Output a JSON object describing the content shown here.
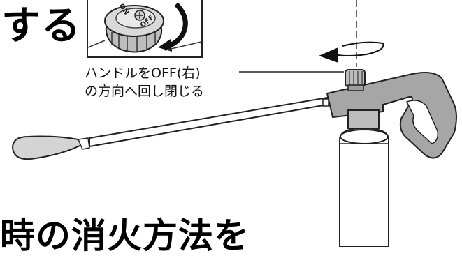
{
  "headings": {
    "top": "する",
    "bottom": "時の消火方法を"
  },
  "inset": {
    "knob_marks": [
      "ON",
      "OFF"
    ]
  },
  "caption": {
    "line1": "ハンドルをOFF(右)",
    "line2": "の方向へ回し閉じる"
  }
}
